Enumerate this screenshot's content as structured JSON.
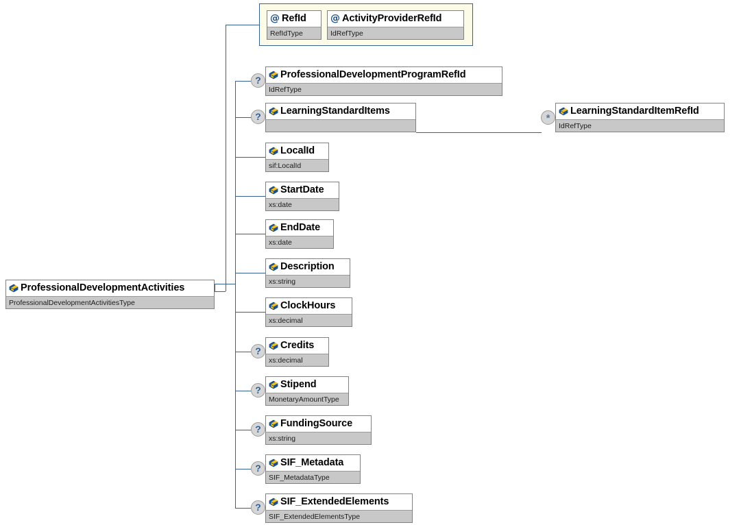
{
  "diagram": {
    "type": "xml-schema-tree",
    "root": {
      "name": "ProfessionalDevelopmentActivities",
      "type": "ProfessionalDevelopmentActivitiesType",
      "icon": "element-icon"
    },
    "attributes": [
      {
        "name": "RefId",
        "type": "RefIdType",
        "icon": "attribute-icon"
      },
      {
        "name": "ActivityProviderRefId",
        "type": "IdRefType",
        "icon": "attribute-icon"
      }
    ],
    "elements": [
      {
        "name": "ProfessionalDevelopmentProgramRefId",
        "type": "IdRefType",
        "icon": "element-icon",
        "occurrence": "?"
      },
      {
        "name": "LearningStandardItems",
        "type": "",
        "icon": "element-icon",
        "occurrence": "?"
      },
      {
        "name": "LocalId",
        "type": "sif:LocalId",
        "icon": "element-icon",
        "occurrence": ""
      },
      {
        "name": "StartDate",
        "type": "xs:date",
        "icon": "element-icon",
        "occurrence": ""
      },
      {
        "name": "EndDate",
        "type": "xs:date",
        "icon": "element-icon",
        "occurrence": ""
      },
      {
        "name": "Description",
        "type": "xs:string",
        "icon": "element-icon",
        "occurrence": ""
      },
      {
        "name": "ClockHours",
        "type": "xs:decimal",
        "icon": "element-icon",
        "occurrence": ""
      },
      {
        "name": "Credits",
        "type": "xs:decimal",
        "icon": "element-icon",
        "occurrence": "?"
      },
      {
        "name": "Stipend",
        "type": "MonetaryAmountType",
        "icon": "element-icon",
        "occurrence": "?"
      },
      {
        "name": "FundingSource",
        "type": "xs:string",
        "icon": "element-icon",
        "occurrence": "?"
      },
      {
        "name": "SIF_Metadata",
        "type": "SIF_MetadataType",
        "icon": "element-icon",
        "occurrence": "?"
      },
      {
        "name": "SIF_ExtendedElements",
        "type": "SIF_ExtendedElementsType",
        "icon": "element-icon",
        "occurrence": "?"
      }
    ],
    "children": [
      {
        "name": "LearningStandardItemRefId",
        "type": "IdRefType",
        "icon": "element-icon",
        "occurrence": "*",
        "parent": "LearningStandardItems"
      }
    ],
    "colors": {
      "line": "#36618e",
      "box_border": "#808080",
      "typebar_bg": "#c8c8c8",
      "attr_group_bg": "#fbfbe8",
      "attr_group_border": "#36618e",
      "badge_bg": "#d6d6d6",
      "badge_text": "#2f5f94",
      "icon_blue": "#1b4f8a",
      "icon_yellow": "#f2c11e"
    }
  }
}
